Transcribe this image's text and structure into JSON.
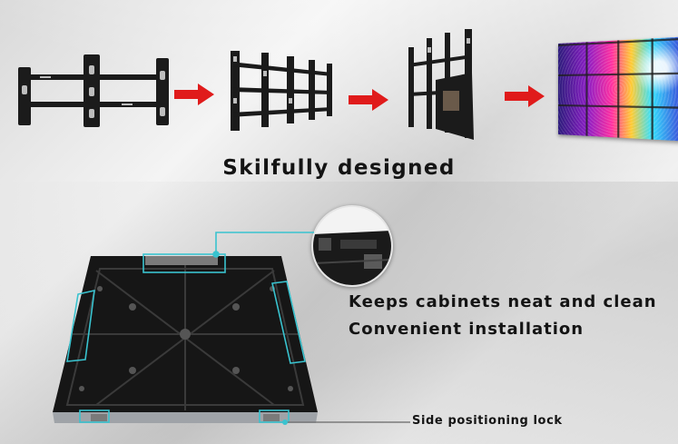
{
  "headline": "Skilfully designed",
  "features": [
    "Keeps cabinets neat and clean",
    "Convenient installation"
  ],
  "callouts": {
    "side_lock": "Side positioning lock"
  },
  "colors": {
    "arrow": "#e01b1b",
    "callout": "#39c3cf",
    "text": "#141414"
  },
  "icons": {
    "step_arrow": "right-arrow-icon"
  }
}
